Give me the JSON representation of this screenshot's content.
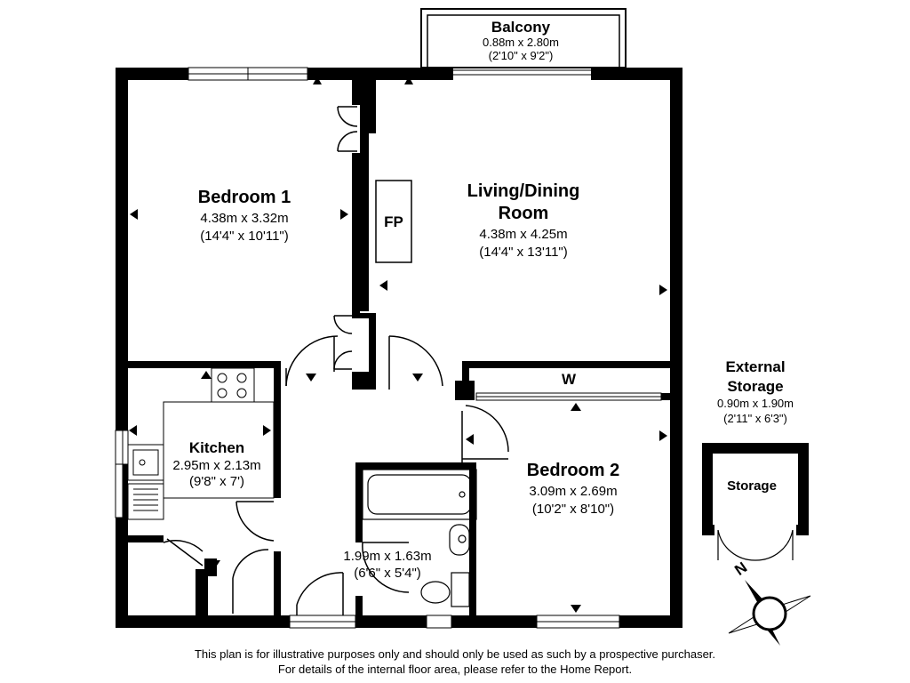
{
  "rooms": {
    "bedroom1": {
      "name": "Bedroom 1",
      "metric": "4.38m x 3.32m",
      "imperial": "(14'4\" x 10'11\")"
    },
    "living": {
      "name_line1": "Living/Dining",
      "name_line2": "Room",
      "metric": "4.38m x 4.25m",
      "imperial": "(14'4\" x 13'11\")"
    },
    "kitchen": {
      "name": "Kitchen",
      "metric": "2.95m x 2.13m",
      "imperial": "(9'8\" x 7')"
    },
    "bedroom2": {
      "name": "Bedroom 2",
      "metric": "3.09m x 2.69m",
      "imperial": "(10'2\" x 8'10\")"
    },
    "bathroom": {
      "metric": "1.99m x 1.63m",
      "imperial": "(6'6\" x 5'4\")"
    },
    "balcony": {
      "name": "Balcony",
      "metric": "0.88m x 2.80m",
      "imperial": "(2'10\" x 9'2\")"
    },
    "external_storage": {
      "name_line1": "External",
      "name_line2": "Storage",
      "metric": "0.90m x 1.90m",
      "imperial": "(2'11\" x 6'3\")"
    },
    "storage": {
      "name": "Storage"
    }
  },
  "labels": {
    "fireplace": "FP",
    "wardrobe": "W",
    "north": "N"
  },
  "disclaimer": {
    "line1": "This plan is for illustrative purposes only and should only be used as such by a prospective purchaser.",
    "line2": "For details of the internal floor area, please refer to the Home Report."
  }
}
